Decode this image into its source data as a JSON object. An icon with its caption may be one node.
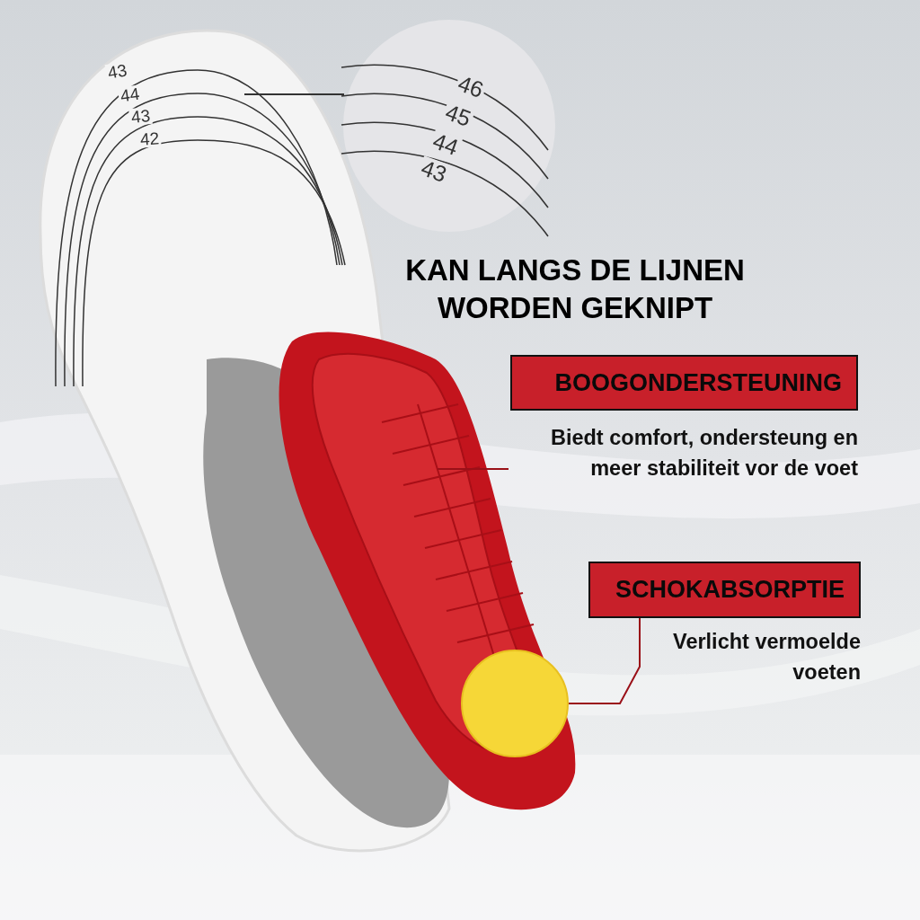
{
  "diagram": {
    "title": "KAN LANGS DE LIJNEN WORDEN GEKNIPT",
    "nodes": [
      {
        "text": [],
        "shape": "picture"
      },
      {
        "text": [
          "46",
          "45",
          "44",
          "43"
        ]
      },
      {
        "text": [
          "BOOGONDERSTEUNING"
        ],
        "beside": [
          "Biedt comfort, ondersteung en meer stabiliteit vor de voet"
        ]
      },
      {
        "text": [
          "SCHOKABSORPTIE"
        ],
        "beside": [
          "Verlicht vermoelde voeten"
        ]
      },
      {
        "text": [],
        "shape": "picture"
      },
      {
        "text": [],
        "shape": "circle",
        "in": 4
      }
    ],
    "edges": [
      {
        "from": 0,
        "to": 1,
        "arrow": "none",
        "color": "#333333"
      },
      {
        "from": 2,
        "to": 4,
        "arrow": "none"
      },
      {
        "from": 3,
        "to": 5,
        "arrow": "none"
      }
    ],
    "labels": [
      "43",
      "44",
      "43",
      "42"
    ]
  }
}
